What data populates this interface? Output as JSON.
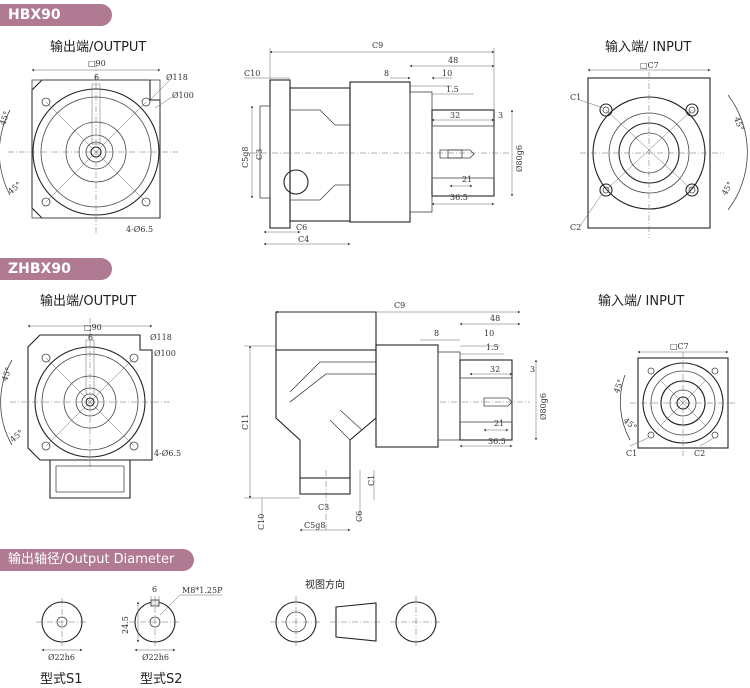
{
  "sections": {
    "hbx": "HBX90",
    "zhbx": "ZHBX90",
    "diameter": "输出轴径/Output Diameter"
  },
  "labels": {
    "output": "输出端/OUTPUT",
    "input": "输入端/ INPUT",
    "view_dir": "视图方向",
    "s1": "型式S1",
    "s2": "型式S2"
  },
  "dims": {
    "sq90": "□90",
    "d118": "Ø118",
    "d100": "Ø100",
    "six": "6",
    "holes": "4-Ø6.5",
    "deg45": "45°",
    "c9": "C9",
    "c10": "C10",
    "d48": "48",
    "d8": "8",
    "d10": "10",
    "d1_5": "1.5",
    "d32": "32",
    "d3": "3",
    "c5": "C5g8",
    "c3": "C3",
    "d80": "Ø80g6",
    "d21": "21",
    "d36_5": "36.5",
    "c6": "C6",
    "c4": "C4",
    "c7": "□C7",
    "c1": "C1",
    "c2": "C2",
    "c11": "C11",
    "m8": "M8*1.25P",
    "d24_5": "24.5",
    "d22": "Ø22h6"
  }
}
